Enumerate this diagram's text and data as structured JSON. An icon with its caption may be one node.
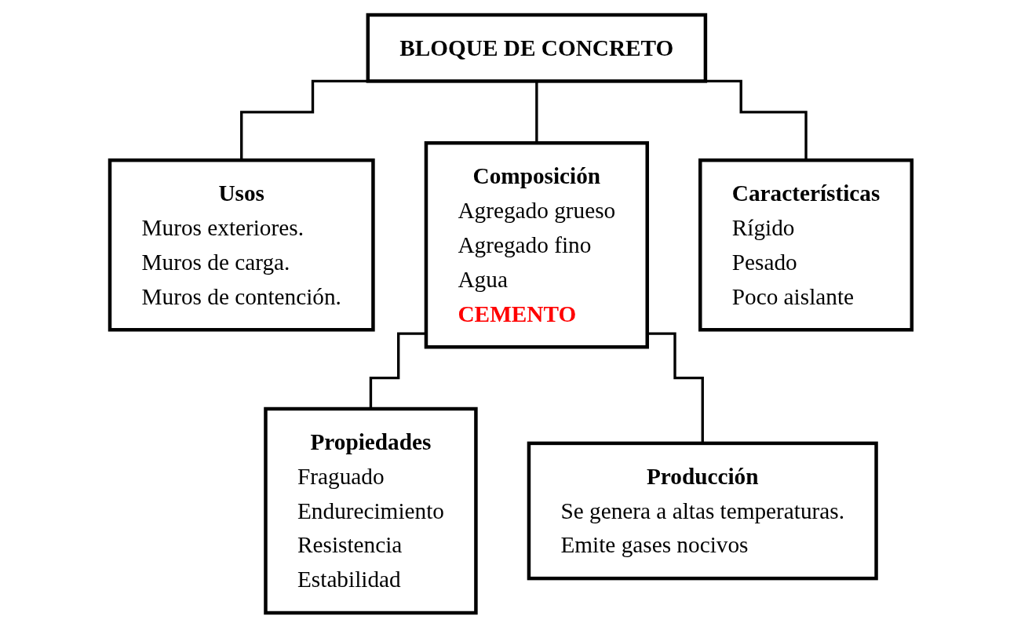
{
  "diagram": {
    "nodes": [
      {
        "text": [
          "BLOQUE DE CONCRETO"
        ]
      },
      {
        "text": [
          "Usos",
          "Muros exteriores.",
          "Muros de carga.",
          "Muros de contención."
        ]
      },
      {
        "text": [
          "Composición",
          "Agregado grueso",
          "Agregado fino",
          "Agua",
          "CEMENTO"
        ]
      },
      {
        "text": [
          "Características",
          "Rígido",
          "Pesado",
          "Poco aislante"
        ]
      },
      {
        "text": [
          "Propiedades",
          "Fraguado",
          "Endurecimiento",
          "Resistencia",
          "Estabilidad"
        ]
      },
      {
        "text": [
          "Producción",
          "Se genera a altas temperaturas.",
          "Emite gases nocivos"
        ]
      }
    ],
    "edges": [
      {
        "from": 0,
        "to": 1,
        "arrow": "none"
      },
      {
        "from": 0,
        "to": 2,
        "arrow": "none"
      },
      {
        "from": 0,
        "to": 3,
        "arrow": "none"
      },
      {
        "from": 2,
        "to": 4,
        "arrow": "none"
      },
      {
        "from": 2,
        "to": 5,
        "arrow": "none"
      }
    ]
  }
}
